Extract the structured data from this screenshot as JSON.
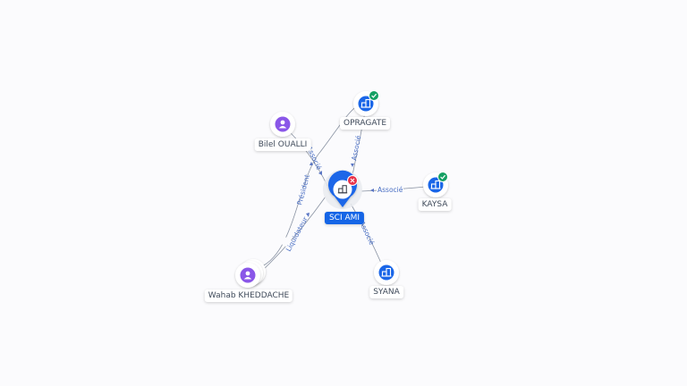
{
  "colors": {
    "company": "#1a66e8",
    "person": "#8a57e8",
    "edge": "#8a93a3",
    "edge_label": "#4a6fc4",
    "center_label_bg": "#1565e6",
    "active_badge": "#14a063",
    "closed_badge": "#e8334a"
  },
  "nodes": {
    "center": {
      "label": "SCI AMI",
      "icon": "building-icon",
      "badge": "close-icon"
    },
    "opragate": {
      "label": "OPRAGATE",
      "icon": "building-icon",
      "badge": "check-icon"
    },
    "kaysa": {
      "label": "KAYSA",
      "icon": "building-icon",
      "badge": "check-icon"
    },
    "syana": {
      "label": "SYANA",
      "icon": "building-icon"
    },
    "bilel": {
      "label": "Bilel OUALLI",
      "icon": "user-icon"
    },
    "wahab": {
      "label": "Wahab KHEDDACHE",
      "icon": "user-icon"
    }
  },
  "edges": {
    "opragate_center": "Associé",
    "kaysa_center": "Associé",
    "center_syana": "Associé",
    "bilel_center": "Associé",
    "wahab_president": "Président",
    "wahab_liquidateur": "Liquidateur"
  }
}
